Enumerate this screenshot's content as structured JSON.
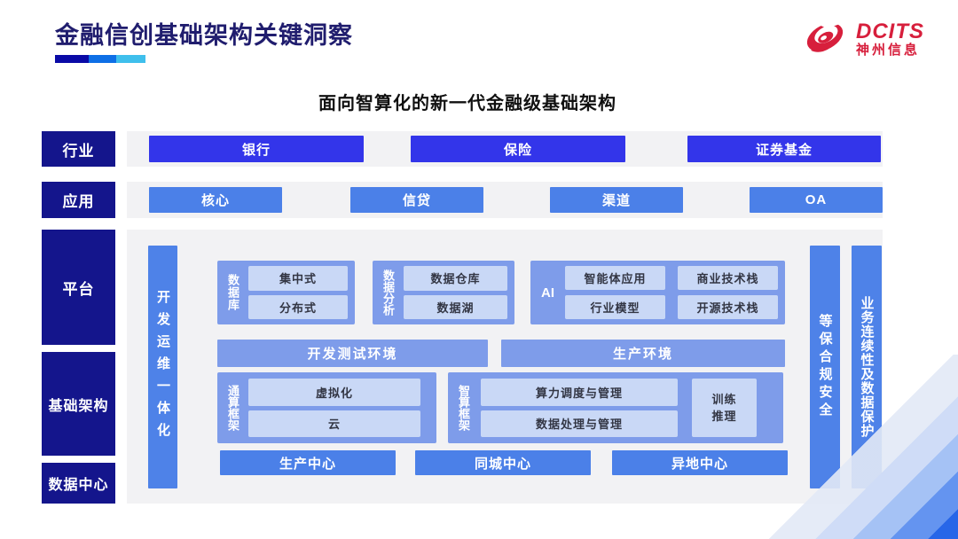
{
  "header": {
    "title": "金融信创基础架构关键洞察",
    "logo": {
      "brand": "DCITS",
      "company": "神州信息"
    }
  },
  "subtitle": "面向智算化的新一代金融级基础架构",
  "rows": {
    "industry": {
      "label": "行业",
      "items": [
        "银行",
        "保险",
        "证券基金"
      ]
    },
    "application": {
      "label": "应用",
      "items": [
        "核心",
        "信贷",
        "渠道",
        "OA"
      ]
    }
  },
  "sidebar": {
    "platform": "平台",
    "infrastructure": "基础架构",
    "datacenter": "数据中心"
  },
  "platform": {
    "devops_bar": "开发运维一体化",
    "database": {
      "label": "数据库",
      "items": [
        "集中式",
        "分布式"
      ]
    },
    "analytics": {
      "label": "数据分析",
      "items": [
        "数据仓库",
        "数据湖"
      ]
    },
    "ai": {
      "label": "AI",
      "items": [
        "智能体应用",
        "商业技术栈",
        "行业模型",
        "开源技术栈"
      ]
    },
    "environments": [
      "开发测试环境",
      "生产环境"
    ],
    "general_framework": {
      "label": "通算框架",
      "items": [
        "虚拟化",
        "云"
      ]
    },
    "intelligent_framework": {
      "label": "智算框架",
      "items": [
        "算力调度与管理",
        "数据处理与管理"
      ],
      "side_box": "训练\n推理"
    },
    "centers": [
      "生产中心",
      "同城中心",
      "异地中心"
    ]
  },
  "right_bars": {
    "compliance": "等保合规安全",
    "continuity": "业务连续性及数据保护"
  },
  "colors": {
    "title_navy": "#201d6e",
    "sidebar_navy": "#14158c",
    "industry_blue": "#3335ea",
    "mid_blue": "#4b80e8",
    "periwinkle": "#7e9cea",
    "inner_light": "#c9d8f6",
    "strip_gray": "#f2f2f4",
    "brand_red": "#d71f3c",
    "underline": [
      "#0a0aa6",
      "#0e6fe6",
      "#3fbfec"
    ]
  }
}
